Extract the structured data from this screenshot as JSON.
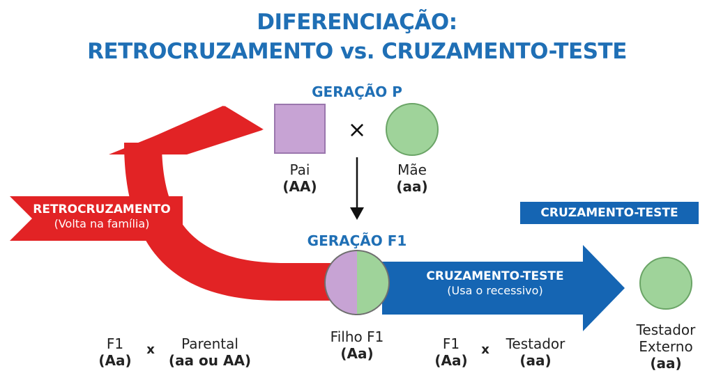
{
  "title": {
    "line1": "DIFERENCIAÇÃO:",
    "line2": "RETROCRUZAMENTO vs. CRUZAMENTO-TESTE"
  },
  "geracao_p": {
    "heading": "GERAÇÃO P",
    "cross_symbol": "×",
    "pai": {
      "name": "Pai",
      "genotype": "(AA)"
    },
    "mae": {
      "name": "Mãe",
      "genotype": "(aa)"
    }
  },
  "geracao_f1": {
    "heading": "GERAÇÃO F1",
    "filho": {
      "name": "Filho F1",
      "genotype": "(Aa)"
    }
  },
  "retrocruzamento": {
    "label": "RETROCRUZAMENTO",
    "sublabel": "(Volta na família)",
    "cross": {
      "left_name": "F1",
      "left_genotype": "(Aa)",
      "symbol": "x",
      "right_name": "Parental",
      "right_genotype": "(aa ou AA)"
    }
  },
  "cruzamento_teste": {
    "banner": "CRUZAMENTO-TESTE",
    "arrow_label": "CRUZAMENTO-TESTE",
    "arrow_sublabel": "(Usa o recessivo)",
    "cross": {
      "left_name": "F1",
      "left_genotype": "(Aa)",
      "symbol": "x",
      "right_name": "Testador",
      "right_genotype": "(aa)"
    },
    "testador": {
      "name_line1": "Testador",
      "name_line2": "Externo",
      "genotype": "(aa)"
    }
  },
  "colors": {
    "title_blue": "#1f6fb5",
    "red_arrow": "#e22325",
    "blue_arrow": "#1565b3",
    "purple": "#c7a3d4",
    "green": "#9fd39a"
  }
}
